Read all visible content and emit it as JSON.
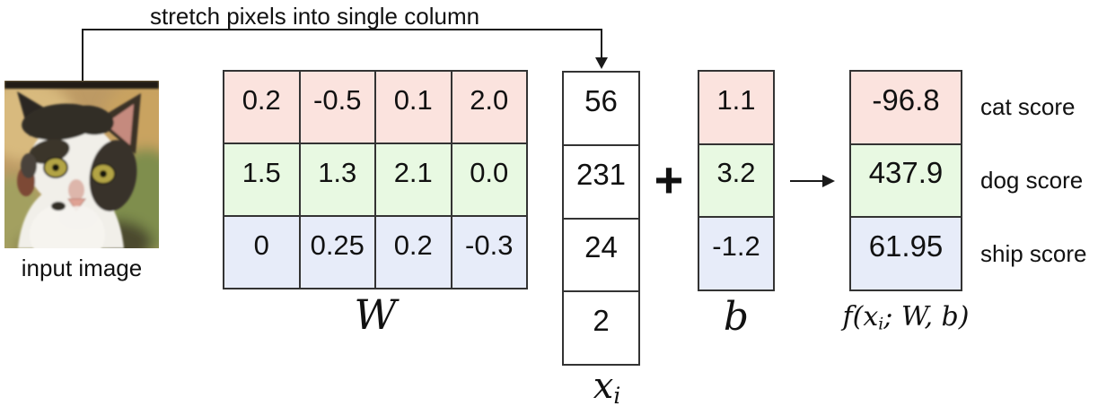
{
  "annotation": {
    "stretch_label": "stretch pixels into single column"
  },
  "input": {
    "caption": "input image"
  },
  "colors": {
    "pink": "#fbe3de",
    "green": "#e8f9e2",
    "blue": "#e7ecf9",
    "grid": "#333333",
    "ink": "#1a1a1a"
  },
  "weight_matrix": {
    "label": "W",
    "rows": [
      [
        "0.2",
        "-0.5",
        "0.1",
        "2.0"
      ],
      [
        "1.5",
        "1.3",
        "2.1",
        "0.0"
      ],
      [
        "0",
        "0.25",
        "0.2",
        "-0.3"
      ]
    ]
  },
  "pixel_vector": {
    "label_main": "x",
    "label_sub": "i",
    "values": [
      "56",
      "231",
      "24",
      "2"
    ]
  },
  "operator_plus": "+",
  "bias_vector": {
    "label": "b",
    "values": [
      "1.1",
      "3.2",
      "-1.2"
    ]
  },
  "score_vector": {
    "label_pre": "f(x",
    "label_sub": "i",
    "label_post": "; W, b)",
    "values": [
      "-96.8",
      "437.9",
      "61.95"
    ]
  },
  "score_labels": [
    "cat score",
    "dog score",
    "ship score"
  ]
}
